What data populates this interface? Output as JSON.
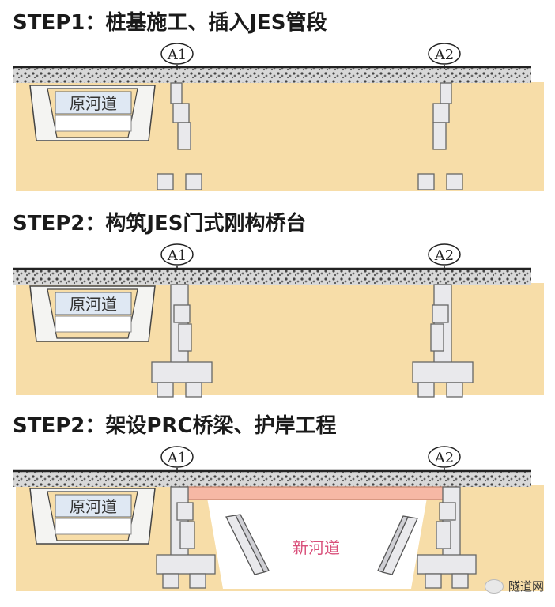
{
  "steps": [
    {
      "title": "STEP1：桩基施工、插入JES管段",
      "old_river": "原河道",
      "pier_left": "A1",
      "pier_right": "A2"
    },
    {
      "title": "STEP2：构筑JES门式刚构桥台",
      "old_river": "原河道",
      "pier_left": "A1",
      "pier_right": "A2"
    },
    {
      "title": "STEP2：架设PRC桥梁、护岸工程",
      "old_river": "原河道",
      "new_river": "新河道",
      "pier_left": "A1",
      "pier_right": "A2"
    }
  ],
  "watermark": "隧道网",
  "colors": {
    "soil": "#f7dda8",
    "concrete": "#e9e9ec",
    "beam": "#f6b8a5",
    "new_river_text": "#d94f7a"
  }
}
